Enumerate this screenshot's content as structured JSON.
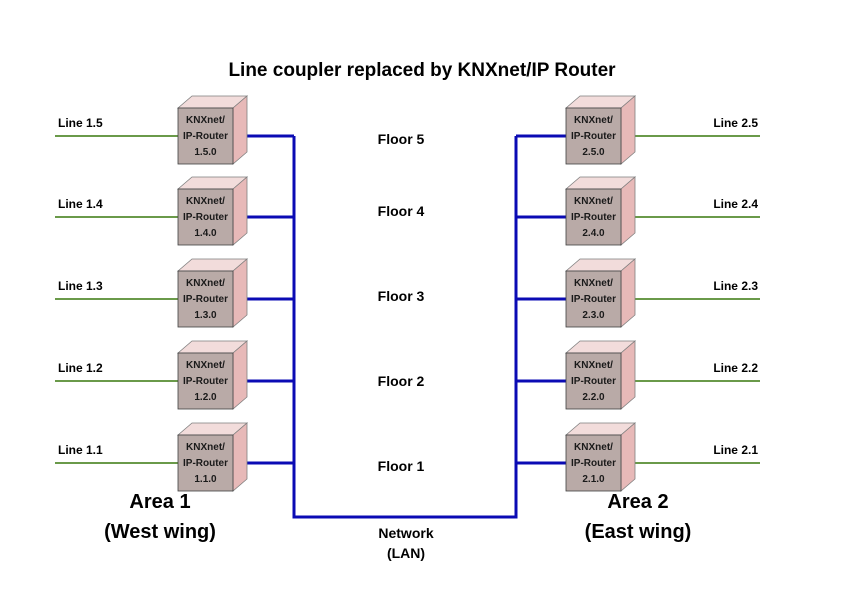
{
  "title": "Line coupler replaced by KNXnet/IP Router",
  "colors": {
    "lan": "#0b0bb4",
    "tp_line": "#6a9a4a",
    "cube_front": "#b9aaa7",
    "cube_side": "#e7b9b8",
    "cube_top": "#f2dcdb",
    "cube_edge": "#7f7f7f"
  },
  "floors": [
    "Floor 5",
    "Floor 4",
    "Floor 3",
    "Floor 2",
    "Floor 1"
  ],
  "area1": {
    "name": "Area 1",
    "subtitle": "(West wing)",
    "routers": [
      {
        "line1": "KNXnet/",
        "line2": "IP-Router",
        "address": "1.5.0",
        "line_label": "Line 1.5"
      },
      {
        "line1": "KNXnet/",
        "line2": "IP-Router",
        "address": "1.4.0",
        "line_label": "Line 1.4"
      },
      {
        "line1": "KNXnet/",
        "line2": "IP-Router",
        "address": "1.3.0",
        "line_label": "Line 1.3"
      },
      {
        "line1": "KNXnet/",
        "line2": "IP-Router",
        "address": "1.2.0",
        "line_label": "Line 1.2"
      },
      {
        "line1": "KNXnet/",
        "line2": "IP-Router",
        "address": "1.1.0",
        "line_label": "Line 1.1"
      }
    ]
  },
  "area2": {
    "name": "Area 2",
    "subtitle": "(East wing)",
    "routers": [
      {
        "line1": "KNXnet/",
        "line2": "IP-Router",
        "address": "2.5.0",
        "line_label": "Line 2.5"
      },
      {
        "line1": "KNXnet/",
        "line2": "IP-Router",
        "address": "2.4.0",
        "line_label": "Line 2.4"
      },
      {
        "line1": "KNXnet/",
        "line2": "IP-Router",
        "address": "2.3.0",
        "line_label": "Line 2.3"
      },
      {
        "line1": "KNXnet/",
        "line2": "IP-Router",
        "address": "2.2.0",
        "line_label": "Line 2.2"
      },
      {
        "line1": "KNXnet/",
        "line2": "IP-Router",
        "address": "2.1.0",
        "line_label": "Line 2.1"
      }
    ]
  },
  "network": {
    "line1": "Network",
    "line2": "(LAN)"
  }
}
